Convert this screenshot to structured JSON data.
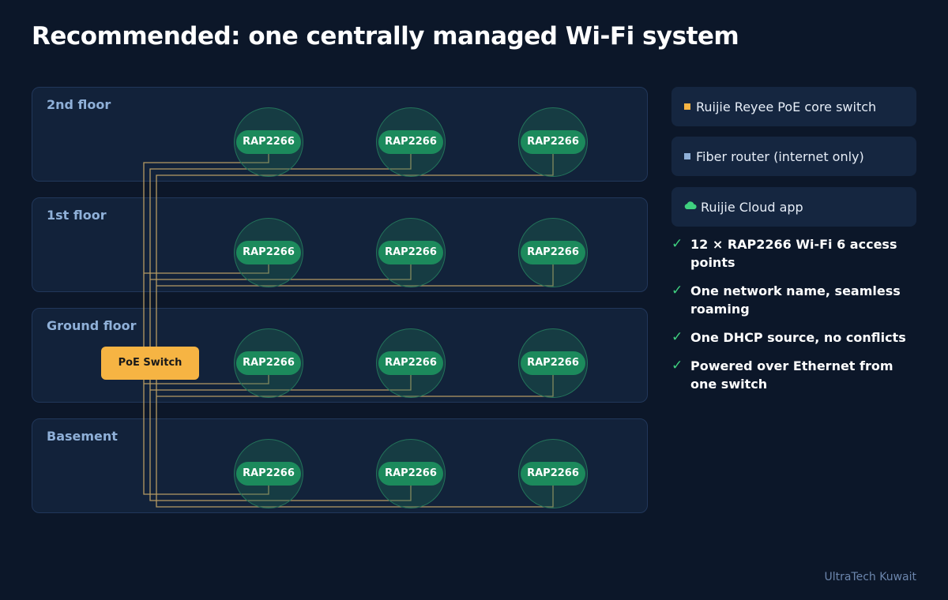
{
  "title": "Recommended: one centrally managed Wi-Fi system",
  "floors": [
    {
      "label": "2nd floor"
    },
    {
      "label": "1st floor"
    },
    {
      "label": "Ground floor"
    },
    {
      "label": "Basement"
    }
  ],
  "access_point_label": "RAP2266",
  "switch_label": "PoE Switch",
  "legend": [
    {
      "label": "Ruijie Reyee PoE core switch",
      "icon": "orange-square-icon",
      "color": "#f6b443"
    },
    {
      "label": "Fiber router (internet only)",
      "icon": "blue-square-icon",
      "color": "#8fb0d8"
    },
    {
      "label": "Ruijie Cloud app",
      "icon": "cloud-icon",
      "color": "#3fd07f"
    }
  ],
  "features": [
    "12 × RAP2266 Wi-Fi 6 access points",
    "One network name, seamless roaming",
    "One DHCP source, no conflicts",
    "Powered over Ethernet from one switch"
  ],
  "check_glyph": "✓",
  "footer": "UltraTech Kuwait",
  "colors": {
    "background": "#0c1729",
    "floor_panel": "#12223a",
    "ap_green": "#1c8a5c",
    "switch_orange": "#f6b443",
    "cable": "#c8a868",
    "check_green": "#3fd07f"
  }
}
